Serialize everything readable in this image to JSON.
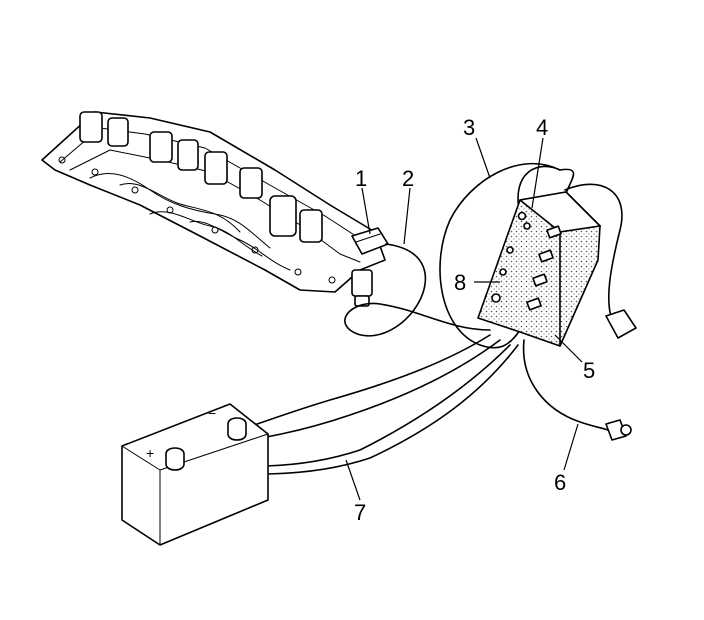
{
  "callouts": [
    {
      "id": "1",
      "text": "1"
    },
    {
      "id": "2",
      "text": "2"
    },
    {
      "id": "3",
      "text": "3"
    },
    {
      "id": "4",
      "text": "4"
    },
    {
      "id": "5",
      "text": "5"
    },
    {
      "id": "6",
      "text": "6"
    },
    {
      "id": "7",
      "text": "7"
    },
    {
      "id": "8",
      "text": "8"
    }
  ],
  "battery": {
    "negative_symbol": "−",
    "positive_symbol": "+"
  }
}
